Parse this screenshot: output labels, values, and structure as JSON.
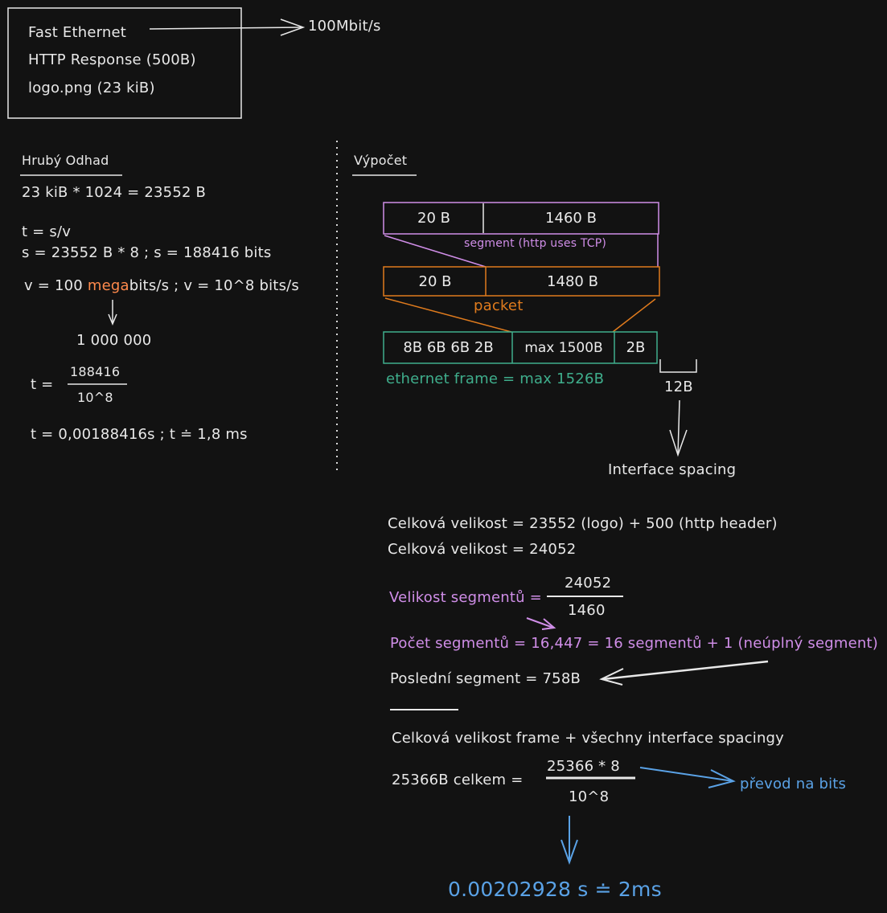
{
  "given": {
    "lines": [
      "Fast Ethernet",
      "HTTP Response (500B)",
      "logo.png (23 kiB)"
    ],
    "speed_label": "100Mbit/s"
  },
  "left": {
    "heading": "Hrubý Odhad",
    "line1": "23 kiB * 1024 = 23552 B",
    "line2": "t = s/v",
    "line3": "s = 23552 B * 8 ; s = 188416 bits",
    "line4_pre": "v = 100 ",
    "line4_hl": "mega",
    "line4_post": "bits/s ; v = 10^8 bits/s",
    "mega_value": "1 000 000",
    "frac_prefix": "t =",
    "frac_num": "188416",
    "frac_den": "10^8",
    "result": "t = 0,00188416s ; t ≐ 1,8 ms"
  },
  "right": {
    "heading": "Výpočet",
    "segment": {
      "cells": [
        "20 B",
        "1460 B"
      ],
      "label": "segment (http uses TCP)"
    },
    "packet": {
      "cells": [
        "20 B",
        "1480 B"
      ],
      "label": "packet"
    },
    "frame": {
      "cells": [
        "8B 6B 6B 2B",
        "max 1500B",
        "2B"
      ],
      "label": "ethernet frame = max 1526B"
    },
    "spacing_value": "12B",
    "spacing_label": "Interface spacing",
    "total1": "Celková velikost = 23552 (logo) + 500 (http header)",
    "total2": "Celková velikost = 24052",
    "seg_size_prefix": "Velikost segmentů =",
    "seg_size_num": "24052",
    "seg_size_den": "1460",
    "seg_count": "Počet segmentů = 16,447 = 16 segmentů + 1 (neúplný segment)",
    "last_segment": "Poslední segment = 758B",
    "frame_total": "Celková velikost frame + všechny interface spacingy",
    "total_prefix": "25366B celkem =",
    "total_num": "25366 * 8",
    "total_den": "10^8",
    "bits_note": "převod na bits",
    "final": "0.00202928 s ≐ 2ms"
  },
  "colors": {
    "background": "#121212",
    "text": "#e8e8e8",
    "segment": "#d08ee8",
    "packet": "#e07b1d",
    "highlight": "#ff8a4c",
    "frame": "#3fae8c",
    "result": "#5aa2e6"
  }
}
